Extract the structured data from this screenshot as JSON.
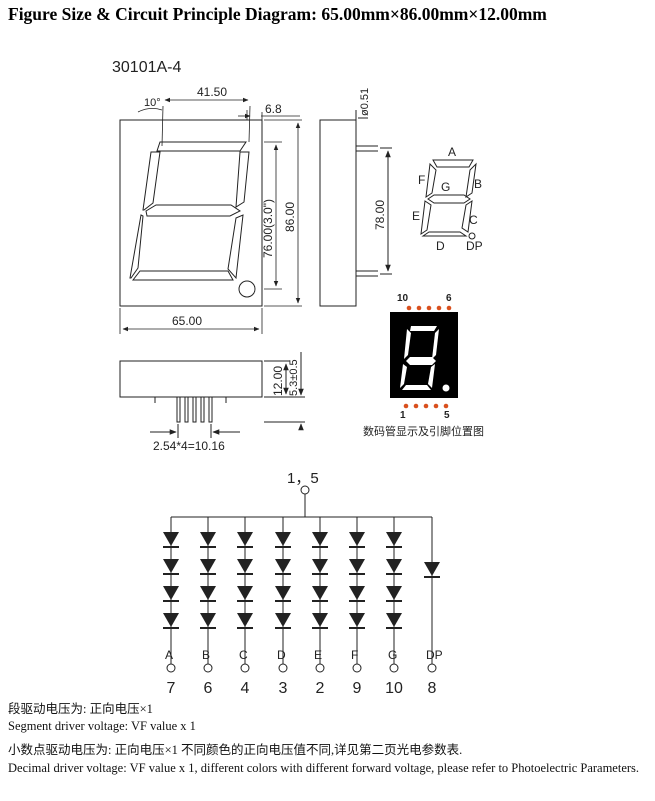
{
  "title": "Figure Size & Circuit Principle Diagram: 65.00mm×86.00mm×12.00mm",
  "model": "30101A-4",
  "dimensions": {
    "angle": "10°",
    "top_width": "41.50",
    "offset": "6.8",
    "pin_diameter": "ø0.51",
    "digit_height": "76.00(3.0\")",
    "height": "86.00",
    "pin_span": "78.00",
    "width": "65.00",
    "thickness": "12.00",
    "pin_length": "5.3±0.5",
    "pin_pitch": "2.54*4=10.16"
  },
  "segment_labels": {
    "a": "A",
    "b": "B",
    "c": "C",
    "d": "D",
    "e": "E",
    "f": "F",
    "g": "G",
    "dp": "DP"
  },
  "pin_preview": {
    "top_left": "10",
    "top_right": "6",
    "bottom_left": "1",
    "bottom_right": "5",
    "caption": "数码管显示及引脚位置图"
  },
  "circuit": {
    "common_pin": "1，5",
    "segments": [
      {
        "name": "A",
        "pin": "7"
      },
      {
        "name": "B",
        "pin": "6"
      },
      {
        "name": "C",
        "pin": "4"
      },
      {
        "name": "D",
        "pin": "3"
      },
      {
        "name": "E",
        "pin": "2"
      },
      {
        "name": "F",
        "pin": "9"
      },
      {
        "name": "G",
        "pin": "10"
      },
      {
        "name": "DP",
        "pin": "8"
      }
    ]
  },
  "notes": [
    "段驱动电压为:    正向电压×1",
    "Segment driver voltage: VF value x 1",
    "小数点驱动电压为:    正向电压×1       不同颜色的正向电压值不同,详见第二页光电参数表.",
    "Decimal driver voltage: VF value x 1, different colors with different forward voltage, please refer to Photoelectric Parameters."
  ],
  "colors": {
    "line": "#222222",
    "pin_dot": "#d9501e",
    "display_body": "#000000"
  }
}
